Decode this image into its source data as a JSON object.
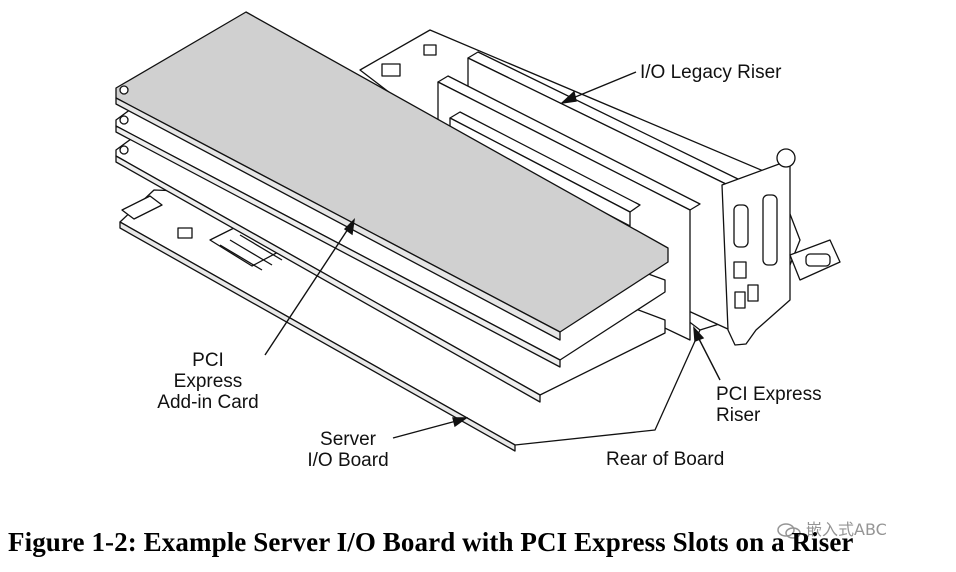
{
  "labels": {
    "legacy_riser": "I/O Legacy Riser",
    "pcie_card_line1": "PCI Express",
    "pcie_card_line2": "Add-in Card",
    "pcie_riser_line1": "PCI Express",
    "pcie_riser_line2": "Riser",
    "server_board_line1": "Server",
    "server_board_line2": "I/O Board",
    "rear_of_board": "Rear of Board"
  },
  "caption": "Figure 1-2:  Example Server I/O Board with PCI Express Slots on a Riser",
  "watermark": "嵌入式ABC",
  "colors": {
    "card_fill": "#d0d0d0",
    "line": "#111111"
  }
}
